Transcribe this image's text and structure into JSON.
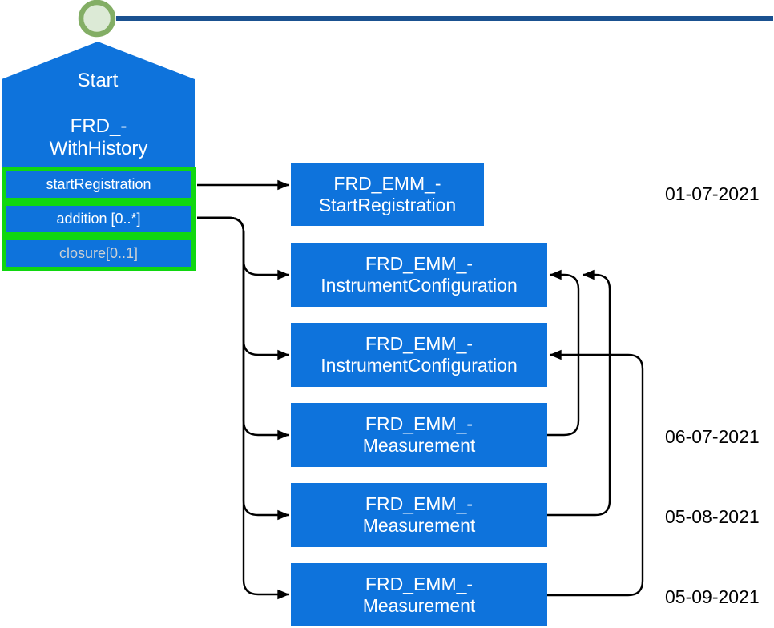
{
  "diagram": {
    "start_node": {
      "title": "Start",
      "name_line1": "FRD_-",
      "name_line2": "WithHistory",
      "ports": [
        {
          "label": "startRegistration",
          "state": "active"
        },
        {
          "label": "addition [0..*]",
          "state": "active"
        },
        {
          "label": "closure[0..1]",
          "state": "muted"
        }
      ]
    },
    "event_boxes": [
      {
        "line1": "FRD_EMM_-",
        "line2": "StartRegistration"
      },
      {
        "line1": "FRD_EMM_-",
        "line2": "InstrumentConfiguration"
      },
      {
        "line1": "FRD_EMM_-",
        "line2": "InstrumentConfiguration"
      },
      {
        "line1": "FRD_EMM_-",
        "line2": "Measurement"
      },
      {
        "line1": "FRD_EMM_-",
        "line2": "Measurement"
      },
      {
        "line1": "FRD_EMM_-",
        "line2": "Measurement"
      }
    ],
    "dates": [
      "01-07-2021",
      "06-07-2021",
      "05-08-2021",
      "05-09-2021"
    ],
    "connections": {
      "from_ports": [
        "startRegistration -> FRD_EMM_StartRegistration",
        "addition -> FRD_EMM_InstrumentConfiguration (1)",
        "addition -> FRD_EMM_InstrumentConfiguration (2)",
        "addition -> FRD_EMM_Measurement (1)",
        "addition -> FRD_EMM_Measurement (2)",
        "addition -> FRD_EMM_Measurement (3)"
      ],
      "from_measurements": [
        "Measurement (1) -> InstrumentConfiguration (1)",
        "Measurement (2) -> InstrumentConfiguration (1)",
        "Measurement (3) -> InstrumentConfiguration (2)"
      ]
    },
    "colors": {
      "shape_blue": "#0e73dc",
      "timeline_navy": "#1a5190",
      "port_border_green": "#10d710",
      "circle_fill": "#dcead6",
      "circle_stroke": "#83ae65",
      "muted_port_text": "#ccd0d3",
      "connector_black": "#000000"
    }
  }
}
